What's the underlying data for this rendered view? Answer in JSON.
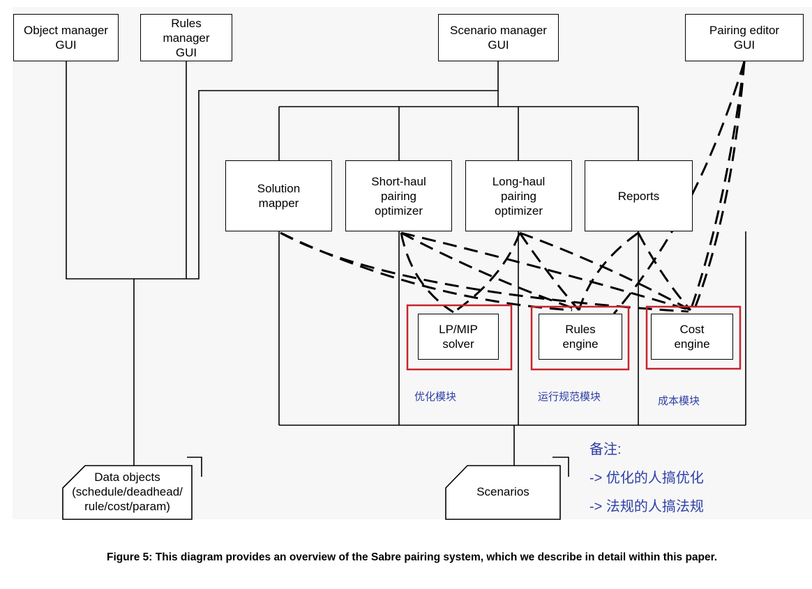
{
  "boxes": {
    "object_manager": "Object manager\nGUI",
    "rules_manager": "Rules\nmanager\nGUI",
    "scenario_manager": "Scenario manager\nGUI",
    "pairing_editor": "Pairing editor\nGUI",
    "solution_mapper": "Solution\nmapper",
    "short_haul": "Short-haul\npairing\noptimizer",
    "long_haul": "Long-haul\npairing\noptimizer",
    "reports": "Reports",
    "lp_mip": "LP/MIP\nsolver",
    "rules_engine": "Rules\nengine",
    "cost_engine": "Cost\nengine",
    "data_objects": "Data objects\n(schedule/deadhead/\nrule/cost/param)",
    "scenarios": "Scenarios"
  },
  "modules": {
    "optimization": "优化模块",
    "rules": "运行规范模块",
    "cost": "成本模块"
  },
  "notes": {
    "title": "备注:",
    "line1": "-> 优化的人搞优化",
    "line2": "-> 法规的人搞法规"
  },
  "caption": "Figure 5: This diagram provides an overview of the Sabre pairing system, which we describe in detail within this paper.",
  "colors": {
    "highlight_red": "#c8232c",
    "annotation_blue": "#2e3fa5"
  }
}
